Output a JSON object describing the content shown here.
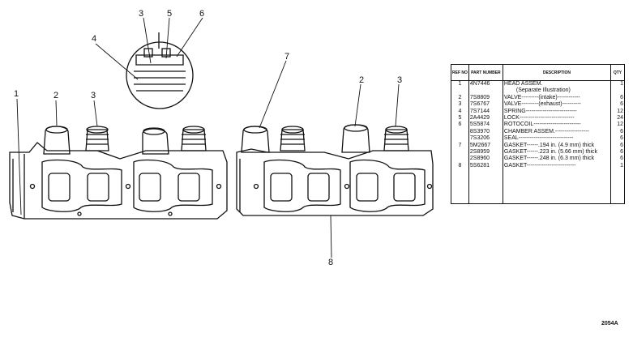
{
  "callouts": {
    "left": {
      "c3": "3",
      "c5": "5",
      "c6": "6",
      "c4": "4",
      "c2": "2",
      "c3b": "3",
      "c1": "1"
    },
    "right": {
      "c7": "7",
      "c2": "2",
      "c3": "3",
      "c8": "8"
    }
  },
  "table": {
    "headers": {
      "ref": "REF NO",
      "part": "PART NUMBER",
      "desc": "DESCRIPTION",
      "qty": "QTY"
    },
    "rows": [
      {
        "ref": "1",
        "part": "4N7446",
        "desc": "HEAD ASSEM.",
        "qty": "1"
      },
      {
        "ref": "",
        "part": "",
        "desc": "(Separate Illustration)",
        "qty": ""
      },
      {
        "ref": "2",
        "part": "7S8809",
        "desc": "VALVE---------(intake)------------",
        "qty": "6"
      },
      {
        "ref": "3",
        "part": "7S6767",
        "desc": "VALVE---------(exhaust)----------",
        "qty": "6"
      },
      {
        "ref": "4",
        "part": "7S7144",
        "desc": "SPRING---------------------------",
        "qty": "12"
      },
      {
        "ref": "5",
        "part": "2A4429",
        "desc": "LOCK-----------------------------",
        "qty": "24"
      },
      {
        "ref": "6",
        "part": "5S5874",
        "desc": "ROTOCOIL-------------------------",
        "qty": "12"
      },
      {
        "ref": "",
        "part": "8S3970",
        "desc": "CHAMBER ASSEM.------------------",
        "qty": "6"
      },
      {
        "ref": "",
        "part": "7S3206",
        "desc": "SEAL-----------------------------",
        "qty": "6"
      },
      {
        "ref": "7",
        "part": "5M2667",
        "desc": "GASKET------.194 in. (4.9 mm) thick",
        "qty": "6"
      },
      {
        "ref": "",
        "part": "2S8959",
        "desc": "GASKET------.223 in. (5.66 mm) thick",
        "qty": "6"
      },
      {
        "ref": "",
        "part": "2S8960",
        "desc": "GASKET------.248 in. (6.3 mm) thick",
        "qty": "6"
      },
      {
        "ref": "8",
        "part": "5S6281",
        "desc": "GASKET--------------------------",
        "qty": "1"
      }
    ]
  },
  "drawing_number": "2054A"
}
